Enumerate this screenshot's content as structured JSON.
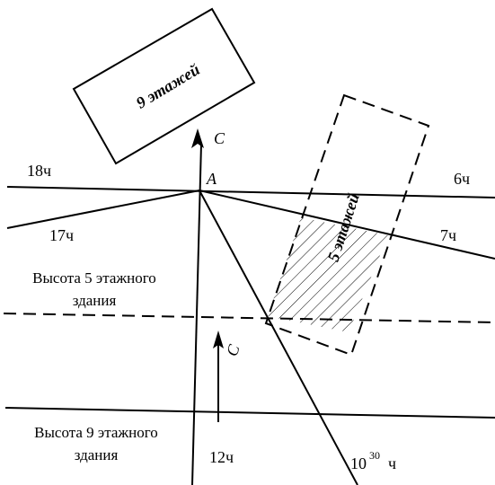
{
  "diagram": {
    "building_9": {
      "label": "9 этажей"
    },
    "building_5": {
      "label": "5 этажей"
    },
    "north_axis": {
      "label": "С"
    },
    "north_arrow": {
      "label": "С"
    },
    "point_a": {
      "label": "A"
    },
    "sun_lines": {
      "h18": "18ч",
      "h17": "17ч",
      "h6": "6ч",
      "h7": "7ч",
      "h12": "12ч",
      "h1030_main": "10",
      "h1030_sup": "30",
      "h1030_unit": "ч"
    },
    "height_5": {
      "line1": "Высота 5 этажного",
      "line2": "здания"
    },
    "height_9": {
      "line1": "Высота 9 этажного",
      "line2": "здания"
    }
  }
}
